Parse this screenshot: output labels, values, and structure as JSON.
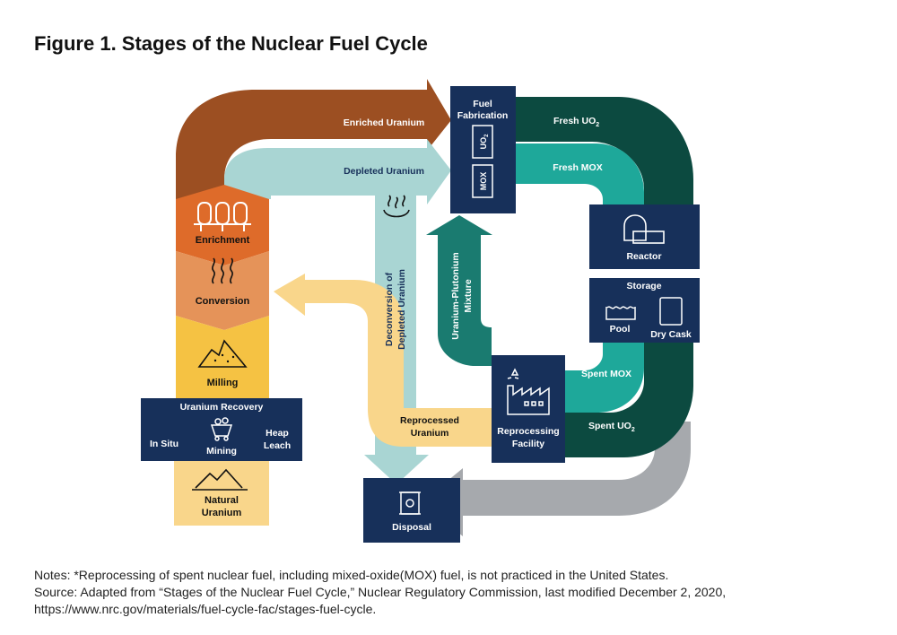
{
  "title": "Figure 1. Stages of the Nuclear Fuel Cycle",
  "colors": {
    "brown": "#9c4f22",
    "orange": "#de6b2a",
    "lightOrange": "#e59359",
    "yellow": "#f5c243",
    "paleYellow": "#f9d68b",
    "navy": "#17305a",
    "darkTeal": "#0c4a40",
    "teal": "#1ea89a",
    "midTeal": "#1a7b70",
    "lightBlue": "#a9d5d3",
    "gray": "#a6a9ad"
  },
  "stages": {
    "fuel_fabrication": [
      "Fuel",
      "Fabrication"
    ],
    "uo2": "UO",
    "uo2_sub": "2",
    "mox": "MOX",
    "reactor": "Reactor",
    "storage": "Storage",
    "pool": "Pool",
    "dry_cask": "Dry Cask",
    "reprocessing": [
      "Reprocessing",
      "Facility"
    ],
    "disposal": "Disposal",
    "uranium_recovery": "Uranium Recovery",
    "in_situ": "In Situ",
    "mining": "Mining",
    "heap_leach": [
      "Heap",
      "Leach"
    ],
    "natural_uranium": [
      "Natural",
      "Uranium"
    ],
    "milling": "Milling",
    "conversion": "Conversion",
    "enrichment": "Enrichment"
  },
  "flows": {
    "enriched_uranium": "Enriched Uranium",
    "depleted_uranium": "Depleted Uranium",
    "fresh_uo2": "Fresh UO",
    "fresh_uo2_sub": "2",
    "fresh_mox": "Fresh MOX",
    "spent_mox": "Spent MOX",
    "spent_uo2": "Spent UO",
    "spent_uo2_sub": "2",
    "deconversion": [
      "Deconversion of",
      "Depleted Uranium"
    ],
    "uranium_plutonium": [
      "Uranium-Plutonium",
      "Mixture"
    ],
    "reprocessed_uranium": [
      "Reprocessed",
      "Uranium"
    ]
  },
  "notes": {
    "line1": "Notes: *Reprocessing of spent nuclear fuel, including mixed-oxide(MOX) fuel, is not practiced in the United States.",
    "line2": "Source: Adapted from “Stages of the Nuclear Fuel Cycle,” Nuclear Regulatory Commission, last modified December 2, 2020,",
    "line3": "https://www.nrc.gov/materials/fuel-cycle-fac/stages-fuel-cycle."
  }
}
